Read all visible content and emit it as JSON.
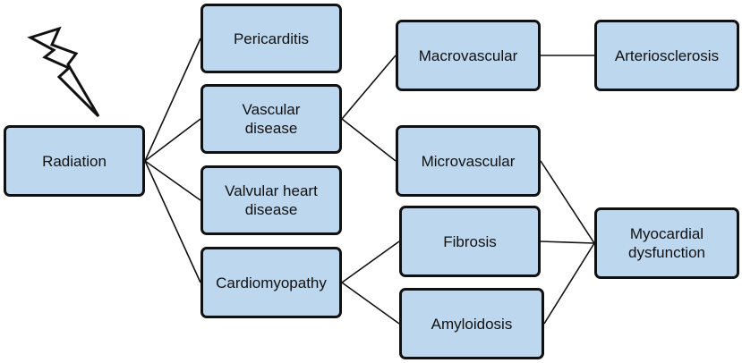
{
  "nodes": [
    {
      "id": "radiation",
      "label": "Radiation"
    },
    {
      "id": "pericarditis",
      "label": "Pericarditis"
    },
    {
      "id": "vascular",
      "label": "Vascular\ndisease"
    },
    {
      "id": "valvular",
      "label": "Valvular heart\ndisease"
    },
    {
      "id": "cardiomyopathy",
      "label": "Cardiomyopathy"
    },
    {
      "id": "macrovascular",
      "label": "Macrovascular"
    },
    {
      "id": "microvascular",
      "label": "Microvascular"
    },
    {
      "id": "fibrosis",
      "label": "Fibrosis"
    },
    {
      "id": "amyloidosis",
      "label": "Amyloidosis"
    },
    {
      "id": "arteriosclerosis",
      "label": "Arteriosclerosis"
    },
    {
      "id": "myocardial",
      "label": "Myocardial\ndysfunction"
    }
  ],
  "edges": [
    [
      "radiation",
      "pericarditis"
    ],
    [
      "radiation",
      "vascular"
    ],
    [
      "radiation",
      "valvular"
    ],
    [
      "radiation",
      "cardiomyopathy"
    ],
    [
      "vascular",
      "macrovascular"
    ],
    [
      "vascular",
      "microvascular"
    ],
    [
      "macrovascular",
      "arteriosclerosis"
    ],
    [
      "cardiomyopathy",
      "fibrosis"
    ],
    [
      "cardiomyopathy",
      "amyloidosis"
    ],
    [
      "microvascular",
      "myocardial"
    ],
    [
      "fibrosis",
      "myocardial"
    ],
    [
      "amyloidosis",
      "myocardial"
    ]
  ],
  "icon": "lightning-bolt-icon",
  "colors": {
    "node_fill": "#bdd7ee",
    "stroke": "#111111"
  }
}
